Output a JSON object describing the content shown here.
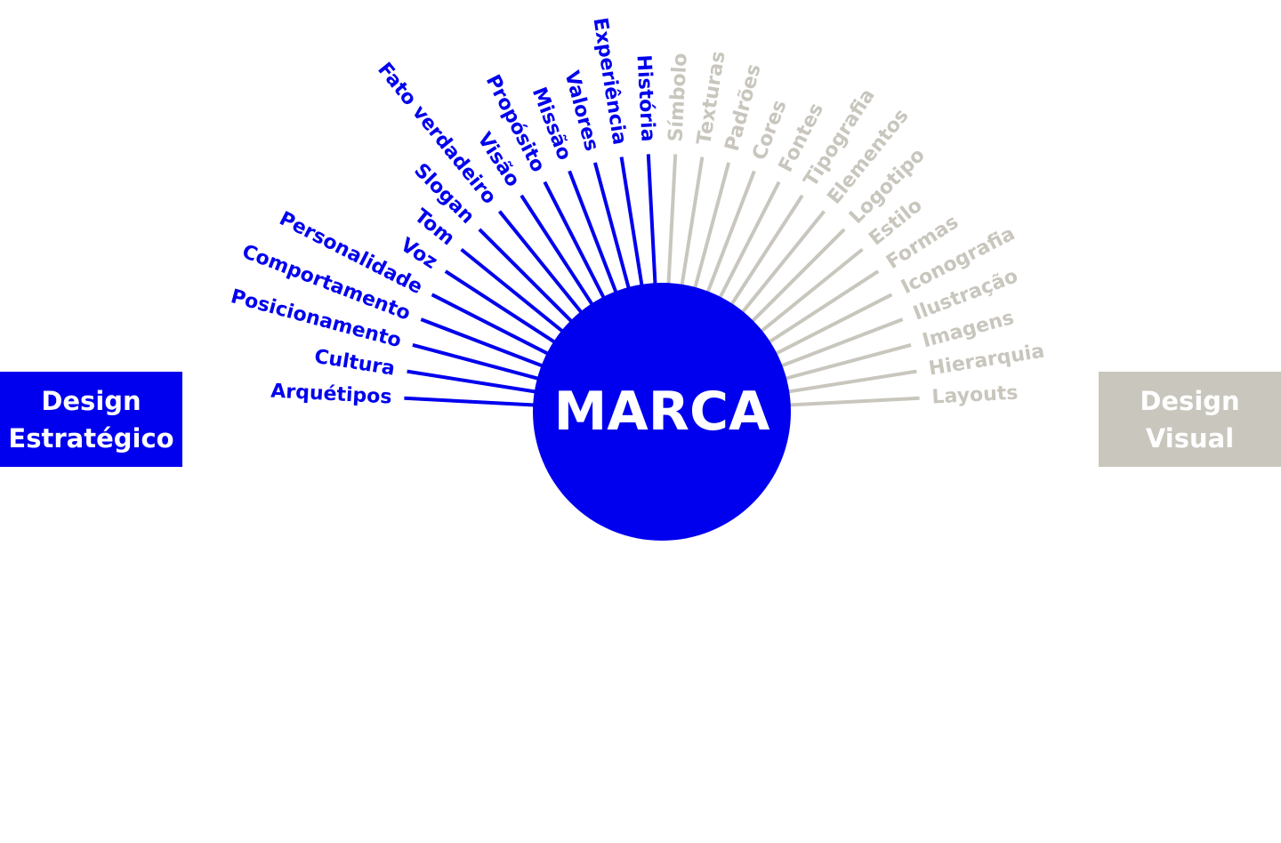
{
  "colors": {
    "strategic": "#0000ee",
    "visual": "#c8c6bd",
    "center_text": "#ffffff"
  },
  "center": {
    "label": "MARCA"
  },
  "left_box": {
    "line1": "Design",
    "line2": "Estratégico"
  },
  "right_box": {
    "line1": "Design",
    "line2": "Visual"
  },
  "strategic_spokes": [
    "História",
    "Experiência",
    "Valores",
    "Missão",
    "Propósito",
    "Visão",
    "Fato verdadeiro",
    "Slogan",
    "Tom",
    "Voz",
    "Personalidade",
    "Comportamento",
    "Posicionamento",
    "Cultura",
    "Arquétipos"
  ],
  "visual_spokes": [
    "Símbolo",
    "Texturas",
    "Padrões",
    "Cores",
    "Fontes",
    "Tipografia",
    "Elementos",
    "Logotipo",
    "Estilo",
    "Formas",
    "Iconografia",
    "Ilustração",
    "Imagens",
    "Hierarquia",
    "Layouts"
  ]
}
